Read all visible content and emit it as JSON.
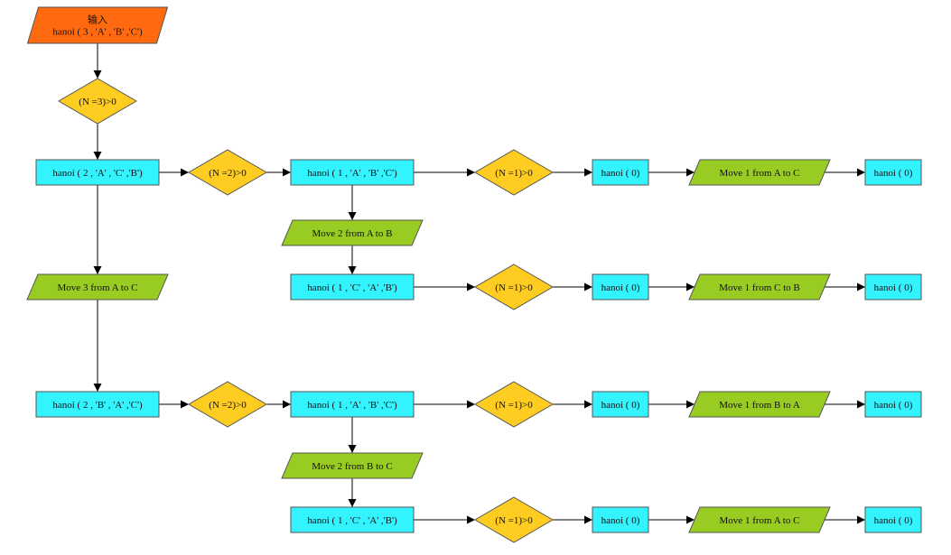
{
  "colors": {
    "process": "#33f3ff",
    "decision": "#ffcc22",
    "io": "#99cc22",
    "input": "#ff6a10",
    "stroke": "#555555",
    "edge": "#000000"
  },
  "nodes": {
    "input": {
      "shape": "io-input",
      "lines": [
        "输入",
        "hanoi ( 3 , 'A'   , 'B' ,'C')"
      ]
    },
    "d3": {
      "shape": "decision",
      "lines": [
        "(N =3)>0"
      ]
    },
    "h2a": {
      "shape": "process",
      "lines": [
        "hanoi ( 2 , 'A' , 'C' ,'B')"
      ]
    },
    "d2a": {
      "shape": "decision",
      "lines": [
        "(N =2)>0"
      ]
    },
    "h1a": {
      "shape": "process",
      "lines": [
        "hanoi ( 1 , 'A' , 'B' ,'C')"
      ]
    },
    "d1a": {
      "shape": "decision",
      "lines": [
        "(N =1)>0"
      ]
    },
    "h0a": {
      "shape": "process",
      "lines": [
        "hanoi ( 0)"
      ]
    },
    "m1a": {
      "shape": "io",
      "lines": [
        "Move 1 from A to C"
      ]
    },
    "h0a2": {
      "shape": "process",
      "lines": [
        "hanoi ( 0)"
      ]
    },
    "m2a": {
      "shape": "io",
      "lines": [
        "Move 2 from A to B"
      ]
    },
    "h1b": {
      "shape": "process",
      "lines": [
        "hanoi ( 1 , 'C' , 'A' ,'B')"
      ]
    },
    "d1b": {
      "shape": "decision",
      "lines": [
        "(N =1)>0"
      ]
    },
    "h0b": {
      "shape": "process",
      "lines": [
        "hanoi ( 0)"
      ]
    },
    "m1b": {
      "shape": "io",
      "lines": [
        "Move 1 from C to B"
      ]
    },
    "h0b2": {
      "shape": "process",
      "lines": [
        "hanoi ( 0)"
      ]
    },
    "m3": {
      "shape": "io",
      "lines": [
        "Move 3 from A to C"
      ]
    },
    "h2b": {
      "shape": "process",
      "lines": [
        "hanoi ( 2 , 'B' , 'A' ,'C')"
      ]
    },
    "d2b": {
      "shape": "decision",
      "lines": [
        "(N =2)>0"
      ]
    },
    "h1c": {
      "shape": "process",
      "lines": [
        "hanoi ( 1 , 'A' , 'B' ,'C')"
      ]
    },
    "d1c": {
      "shape": "decision",
      "lines": [
        "(N =1)>0"
      ]
    },
    "h0c": {
      "shape": "process",
      "lines": [
        "hanoi ( 0)"
      ]
    },
    "m1c": {
      "shape": "io",
      "lines": [
        "Move 1 from B to A"
      ]
    },
    "h0c2": {
      "shape": "process",
      "lines": [
        "hanoi ( 0)"
      ]
    },
    "m2b": {
      "shape": "io",
      "lines": [
        "Move 2 from B to C"
      ]
    },
    "h1d": {
      "shape": "process",
      "lines": [
        "hanoi ( 1 , 'C' , 'A' ,'B')"
      ]
    },
    "d1d": {
      "shape": "decision",
      "lines": [
        "(N =1)>0"
      ]
    },
    "h0d": {
      "shape": "process",
      "lines": [
        "hanoi ( 0)"
      ]
    },
    "m1d": {
      "shape": "io",
      "lines": [
        "Move 1 from A to C"
      ]
    },
    "h0d2": {
      "shape": "process",
      "lines": [
        "hanoi ( 0)"
      ]
    }
  },
  "edges": [
    [
      "input",
      "d3"
    ],
    [
      "d3",
      "h2a"
    ],
    [
      "h2a",
      "d2a"
    ],
    [
      "d2a",
      "h1a"
    ],
    [
      "h1a",
      "d1a"
    ],
    [
      "d1a",
      "h0a"
    ],
    [
      "h0a",
      "m1a"
    ],
    [
      "m1a",
      "h0a2"
    ],
    [
      "h1a",
      "m2a"
    ],
    [
      "m2a",
      "h1b"
    ],
    [
      "h1b",
      "d1b"
    ],
    [
      "d1b",
      "h0b"
    ],
    [
      "h0b",
      "m1b"
    ],
    [
      "m1b",
      "h0b2"
    ],
    [
      "h2a",
      "m3"
    ],
    [
      "m3",
      "h2b"
    ],
    [
      "h2b",
      "d2b"
    ],
    [
      "d2b",
      "h1c"
    ],
    [
      "h1c",
      "d1c"
    ],
    [
      "d1c",
      "h0c"
    ],
    [
      "h0c",
      "m1c"
    ],
    [
      "m1c",
      "h0c2"
    ],
    [
      "h1c",
      "m2b"
    ],
    [
      "m2b",
      "h1d"
    ],
    [
      "h1d",
      "d1d"
    ],
    [
      "d1d",
      "h0d"
    ],
    [
      "h0d",
      "m1d"
    ],
    [
      "m1d",
      "h0d2"
    ]
  ]
}
